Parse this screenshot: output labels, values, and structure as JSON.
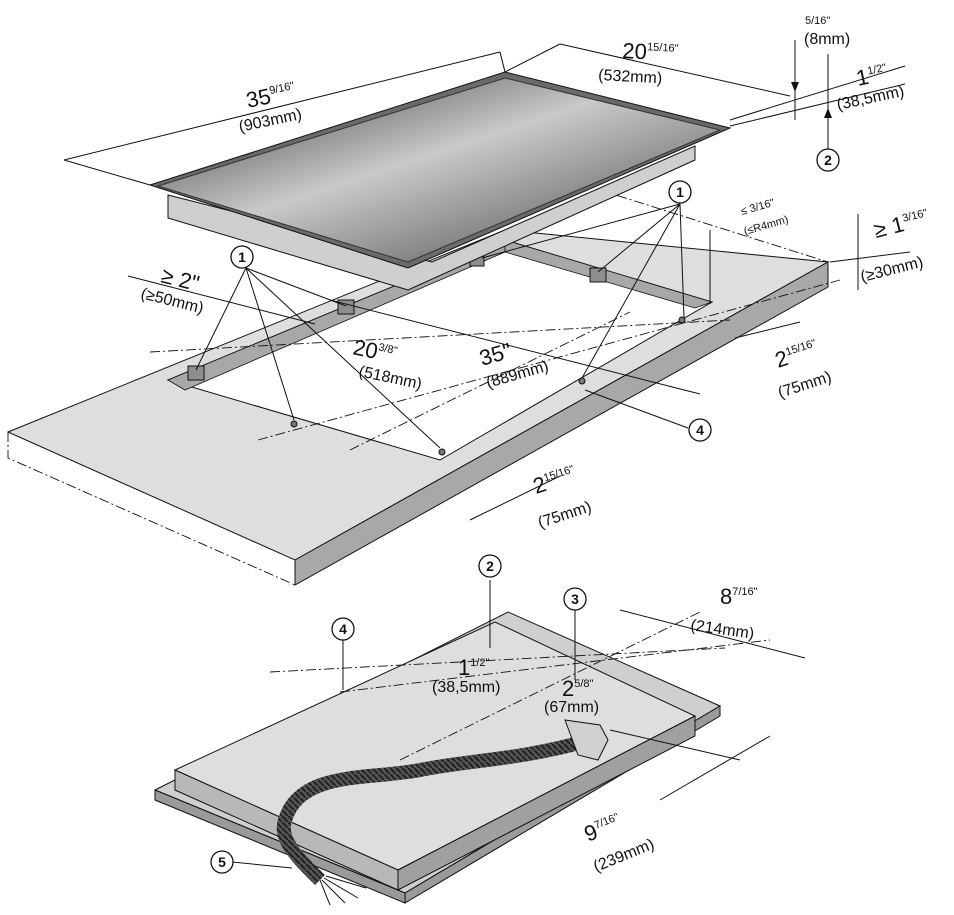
{
  "callouts": {
    "c1": "1",
    "c2": "2",
    "c3": "3",
    "c4": "4",
    "c5": "5"
  },
  "cooktop": {
    "width_in_whole": "35",
    "width_in_frac": "9/16\"",
    "width_mm": "(903mm)",
    "depth_in_whole": "20",
    "depth_in_frac": "15/16\"",
    "depth_mm": "(532mm)",
    "glass_in": "5/16\"",
    "glass_mm": "(8mm)",
    "height_in_whole": "1",
    "height_in_frac": "1/2\"",
    "height_mm": "(38,5mm)"
  },
  "cutout": {
    "radius_in": "≤ 3/16\"",
    "radius_mm": "(≤R4mm)",
    "counter_in_whole": "≥ 1",
    "counter_in_frac": "3/16\"",
    "counter_mm": "(≥30mm)",
    "rear_in": "≥ 2\"",
    "rear_mm": "(≥50mm)",
    "depth_in_whole": "20",
    "depth_in_frac": "3/8\"",
    "depth_mm": "(518mm)",
    "width_in": "35\"",
    "width_mm": "(889mm)",
    "side_in_whole": "2",
    "side_in_frac": "15/16\"",
    "side_mm": "(75mm)",
    "front_in_whole": "2",
    "front_in_frac": "15/16\"",
    "front_mm": "(75mm)"
  },
  "underside": {
    "depth_in_whole": "1",
    "depth_in_frac": "1/2\"",
    "depth_mm": "(38,5mm)",
    "conn_in_whole": "2",
    "conn_in_frac": "5/8\"",
    "conn_mm": "(67mm)",
    "side_in_whole": "8",
    "side_in_frac": "7/16\"",
    "side_mm": "(214mm)",
    "front_in_whole": "9",
    "front_in_frac": "7/16\"",
    "front_mm": "(239mm)"
  }
}
